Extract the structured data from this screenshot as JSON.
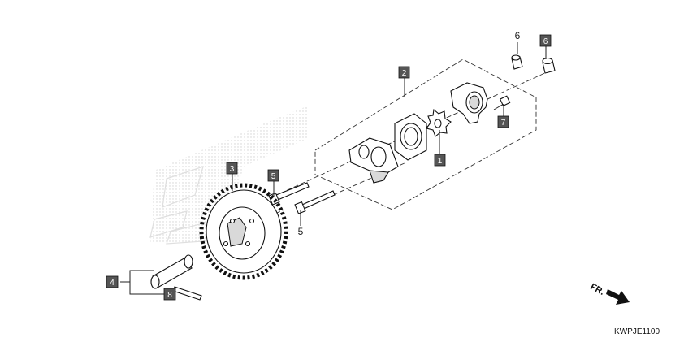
{
  "callouts": {
    "c1": "1",
    "c2": "2",
    "c3": "3",
    "c4": "4",
    "c5_box": "5",
    "c5_text": "5",
    "c6_text": "6",
    "c6_box": "6",
    "c7": "7",
    "c8": "8"
  },
  "direction": {
    "label": "FR."
  },
  "diagram_code": "KWPJE1100",
  "colors": {
    "line": "#222222",
    "label_box": "#555555",
    "watermark": "#cccccc"
  }
}
